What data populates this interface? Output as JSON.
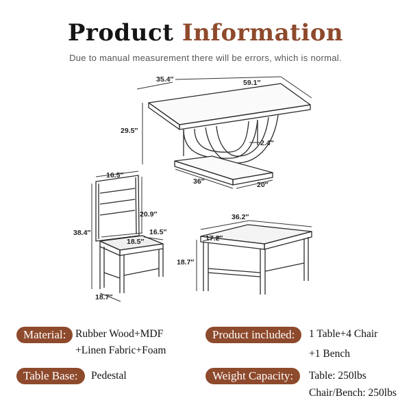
{
  "accent_color": "#8e4a2c",
  "header": {
    "title_part1": "Product",
    "title_part2": "Information",
    "subtitle": "Due to manual measurement there will be errors, which is normal."
  },
  "dimensions": {
    "table_width": "35.4″",
    "table_length": "59.1″",
    "table_height": "29.5″",
    "table_leg": "2.4″",
    "base_length": "36″",
    "base_width": "20″",
    "chair_width": "16.5″",
    "chair_back": "20.9″",
    "chair_height": "38.4″",
    "seat_depth": "16.5″",
    "seat_width": "18.5″",
    "chair_seat_height": "18.7″",
    "bench_length": "36.2″",
    "bench_depth": "17.2″",
    "bench_height": "18.7″"
  },
  "specs": {
    "material_label": "Material:",
    "material_line1": "Rubber Wood+MDF",
    "material_line2": "+Linen Fabric+Foam",
    "included_label": "Product included:",
    "included_line1": "1 Table+4 Chair",
    "included_line2": "+1 Bench",
    "base_label": "Table Base:",
    "base_value": "Pedestal",
    "weight_label": "Weight Capacity:",
    "weight_line1": "Table: 250lbs",
    "weight_line2": "Chair/Bench: 250lbs"
  }
}
